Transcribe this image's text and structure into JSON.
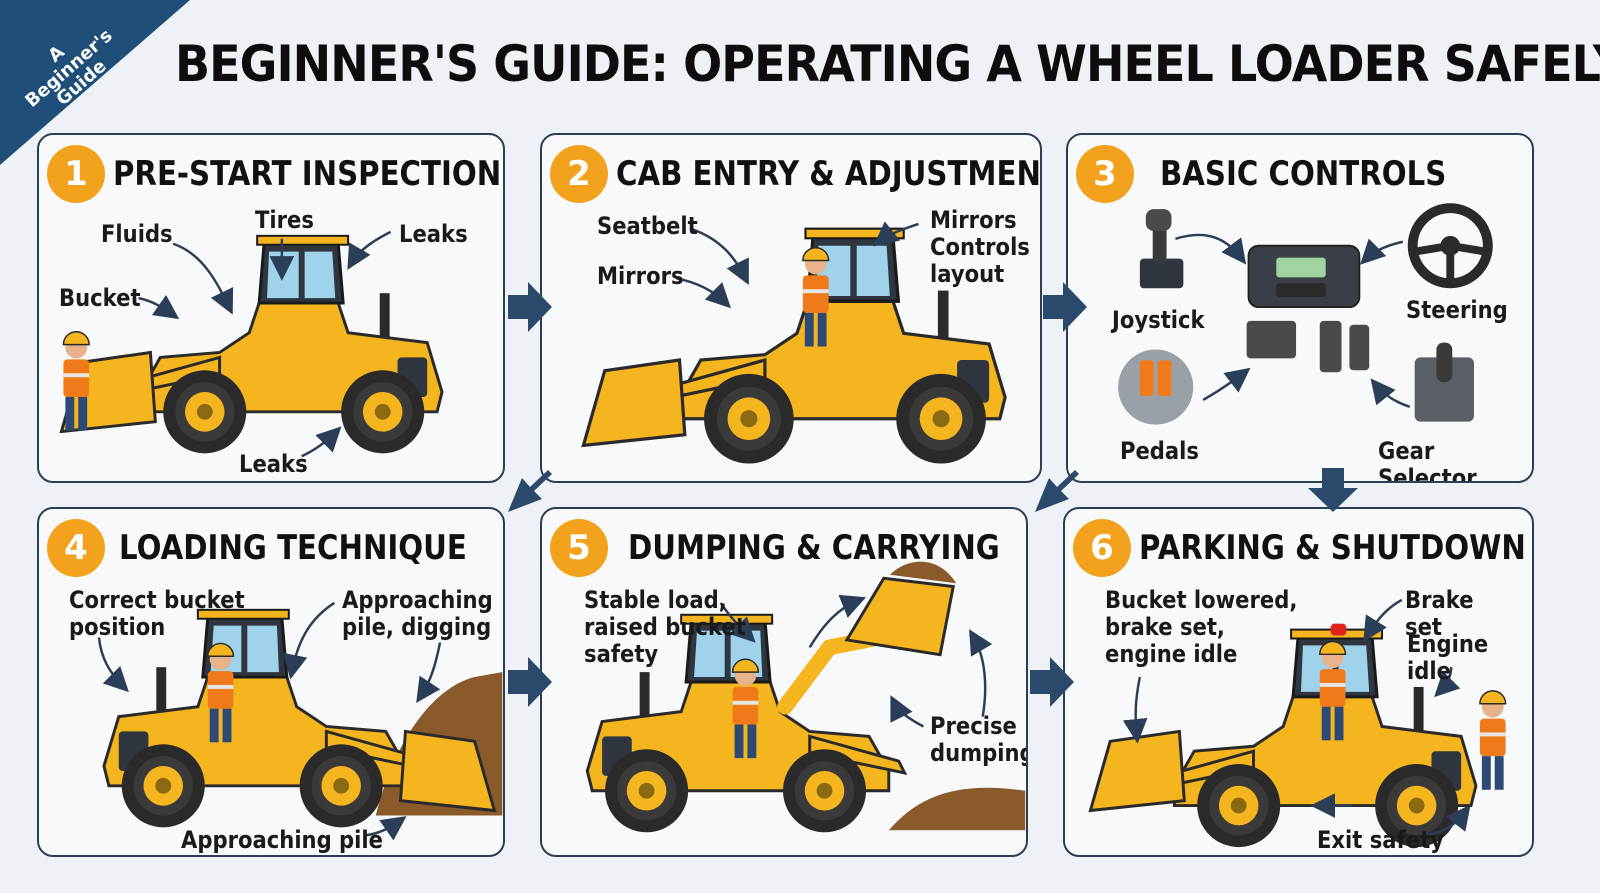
{
  "corner_tag": "A\nBeginner's\nGuide",
  "title": "BEGINNER'S GUIDE: OPERATING A WHEEL LOADER SAFELY",
  "colors": {
    "accent": "#f2a21d",
    "navy": "#1f4e79",
    "loader": "#f4b51f",
    "border": "#2b3e57"
  },
  "panels": [
    {
      "number": "1",
      "title": "PRE-START INSPECTION",
      "labels": [
        "Fluids",
        "Tires",
        "Leaks",
        "Bucket",
        "Leaks"
      ]
    },
    {
      "number": "2",
      "title": "CAB ENTRY & ADJUSTMENT",
      "labels": [
        "Seatbelt",
        "Mirrors\nControls\nlayout",
        "Mirrors"
      ]
    },
    {
      "number": "3",
      "title": "BASIC CONTROLS",
      "labels": [
        "Joystick",
        "Steering",
        "Pedals",
        "Gear Selector"
      ]
    },
    {
      "number": "4",
      "title": "LOADING TECHNIQUE",
      "labels": [
        "Correct bucket\nposition",
        "Approaching\npile, digging",
        "Approaching pile"
      ]
    },
    {
      "number": "5",
      "title": "DUMPING & CARRYING",
      "labels": [
        "Stable load,\nraised bucket\nsafety",
        "Precise\ndumping"
      ]
    },
    {
      "number": "6",
      "title": "PARKING & SHUTDOWN",
      "labels": [
        "Bucket lowered,\nbrake set,\nengine idle",
        "Brake set",
        "Engine idle",
        "Exit safety"
      ]
    }
  ]
}
